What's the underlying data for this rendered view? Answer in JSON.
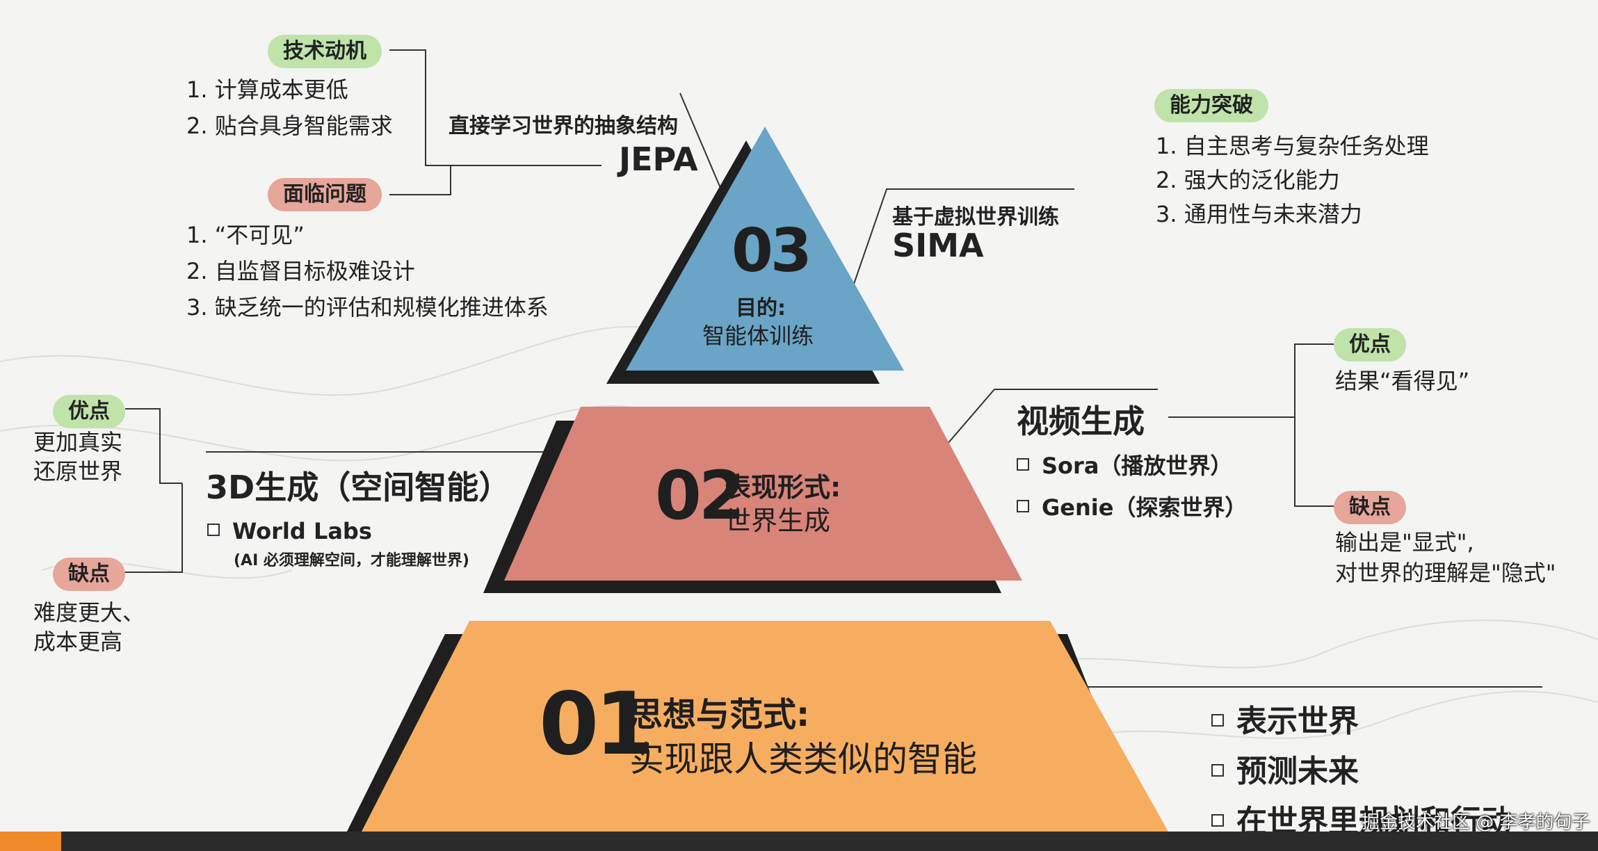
{
  "colors": {
    "tier3": "#6aa4c6",
    "tier2": "#d98479",
    "tier1": "#f7ad5f",
    "shadow": "#1f1f1f",
    "good_pill": "#bfe3a9",
    "bad_pill": "#e6a69a"
  },
  "pyramid": {
    "tier3": {
      "number": "03",
      "title": "目的:",
      "subtitle": "智能体训练"
    },
    "tier2": {
      "number": "02",
      "title": "表现形式:",
      "subtitle": "世界生成"
    },
    "tier1": {
      "number": "01",
      "title": "思想与范式:",
      "subtitle": "实现跟人类类似的智能"
    }
  },
  "jepa": {
    "motivation_pill": "技术动机",
    "motivation_items": [
      "1. 计算成本更低",
      "2. 贴合具身智能需求"
    ],
    "problems_pill": "面临问题",
    "problems_items": [
      "1. “不可见”",
      "2. 自监督目标极难设计",
      "3. 缺乏统一的评估和规模化推进体系"
    ],
    "caption": "直接学习世界的抽象结构",
    "name": "JEPA"
  },
  "sima": {
    "caption": "基于虚拟世界训练",
    "name": "SIMA",
    "breakthrough_pill": "能力突破",
    "breakthrough_items": [
      "1. 自主思考与复杂任务处理",
      "2. 强大的泛化能力",
      "3. 通用性与未来潜力"
    ]
  },
  "gen3d": {
    "title": "3D生成（空间智能）",
    "item": "World Labs",
    "note": "(AI 必须理解空间，才能理解世界)",
    "pros_pill": "优点",
    "pros_text": [
      "更加真实",
      "还原世界"
    ],
    "cons_pill": "缺点",
    "cons_text": [
      "难度更大、",
      "成本更高"
    ]
  },
  "video": {
    "title": "视频生成",
    "items": [
      "Sora（播放世界）",
      "Genie（探索世界）"
    ],
    "pros_pill": "优点",
    "pros_text": "结果“看得见”",
    "cons_pill": "缺点",
    "cons_text": [
      "输出是\"显式\",",
      "对世界的理解是\"隐式\""
    ]
  },
  "foundation": {
    "items": [
      "表示世界",
      "预测未来",
      "在世界里规划和行动"
    ]
  },
  "watermark": "掘金技术社区 @ 李孝的句子"
}
